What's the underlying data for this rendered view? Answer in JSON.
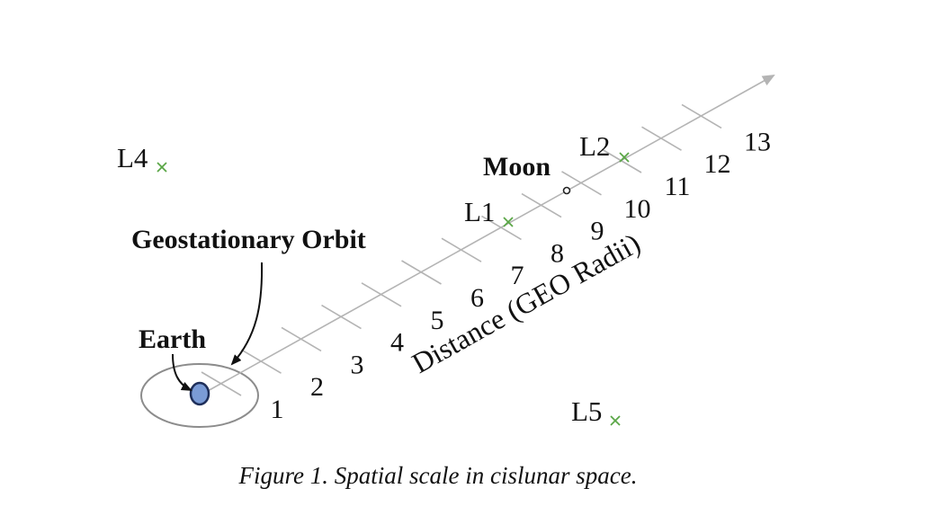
{
  "diagram": {
    "axis_title": "Distance (GEO Radii)",
    "tick_labels": [
      "1",
      "2",
      "3",
      "4",
      "5",
      "6",
      "7",
      "8",
      "9",
      "10",
      "11",
      "12",
      "13"
    ],
    "labels": {
      "earth": "Earth",
      "geo_orbit": "Geostationary Orbit",
      "moon": "Moon",
      "l1": "L1",
      "l2": "L2",
      "l4": "L4",
      "l5": "L5"
    },
    "colors": {
      "axis": "#b4b4b4",
      "earth_fill": "#7a9bd6",
      "earth_stroke": "#1f2f5a",
      "lagrange_marker": "#5aa646",
      "orbit": "#8c8c8c",
      "text": "#111111"
    }
  },
  "caption": "Figure 1. Spatial scale in cislunar space."
}
